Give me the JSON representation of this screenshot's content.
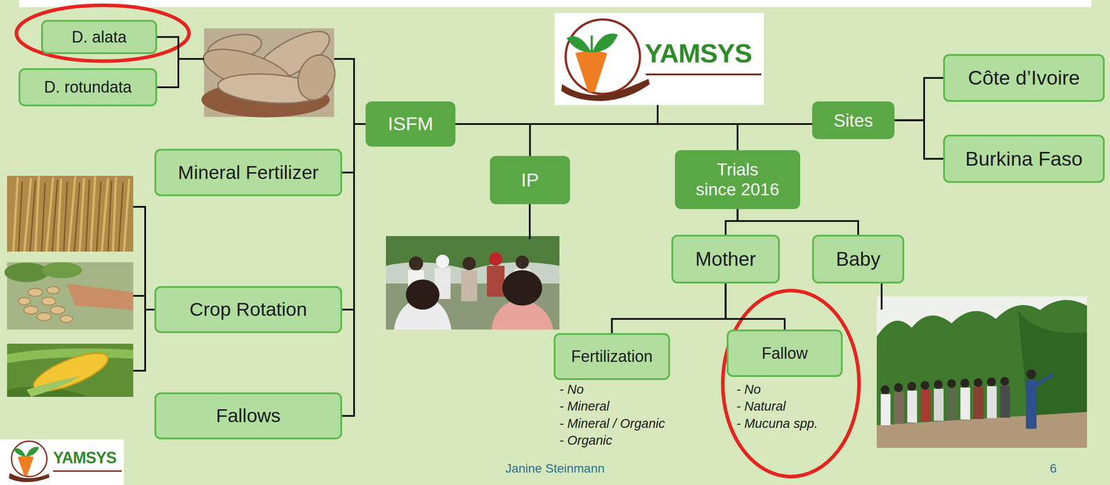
{
  "diagram": {
    "nodes": [
      {
        "text": [
          "ISFM"
        ]
      },
      {
        "text": [
          "IP"
        ]
      },
      {
        "text": [
          "Trials",
          "since 2016"
        ]
      },
      {
        "text": [
          "Sites"
        ]
      },
      {
        "text": [
          "Côte d’Ivoire"
        ]
      },
      {
        "text": [
          "Burkina Faso"
        ]
      },
      {
        "text": [
          "D. alata"
        ]
      },
      {
        "text": [
          "D. rotundata"
        ]
      },
      {
        "text": [
          "Mineral Fertilizer"
        ]
      },
      {
        "text": [
          "Crop Rotation"
        ]
      },
      {
        "text": [
          "Fallows"
        ]
      },
      {
        "text": [
          "Mother"
        ]
      },
      {
        "text": [
          "Baby"
        ]
      },
      {
        "text": [
          "Fertilization"
        ]
      },
      {
        "text": [
          "Fallow"
        ]
      }
    ],
    "edges": [
      {
        "from": 0,
        "to": 1,
        "arrow": "none"
      },
      {
        "from": 0,
        "to": 2,
        "arrow": "none"
      },
      {
        "from": 0,
        "to": 3,
        "arrow": "none"
      },
      {
        "from": 3,
        "to": 4,
        "arrow": "none"
      },
      {
        "from": 3,
        "to": 5,
        "arrow": "none"
      },
      {
        "from": 0,
        "to": 8,
        "arrow": "none"
      },
      {
        "from": 0,
        "to": 9,
        "arrow": "none"
      },
      {
        "from": 0,
        "to": 10,
        "arrow": "none"
      },
      {
        "from": 6,
        "to": 7,
        "arrow": "none"
      },
      {
        "from": 2,
        "to": 11,
        "arrow": "none"
      },
      {
        "from": 2,
        "to": 12,
        "arrow": "none"
      },
      {
        "from": 11,
        "to": 13,
        "arrow": "none"
      },
      {
        "from": 11,
        "to": 14,
        "arrow": "none"
      }
    ],
    "labels": [
      "YAMSYS",
      "- No",
      "- Mineral",
      "- Mineral / Organic",
      "- Organic",
      "- No",
      "- Natural",
      "- Mucuna spp.",
      "YAMSYS",
      "Janine Steinmann",
      "6"
    ]
  }
}
